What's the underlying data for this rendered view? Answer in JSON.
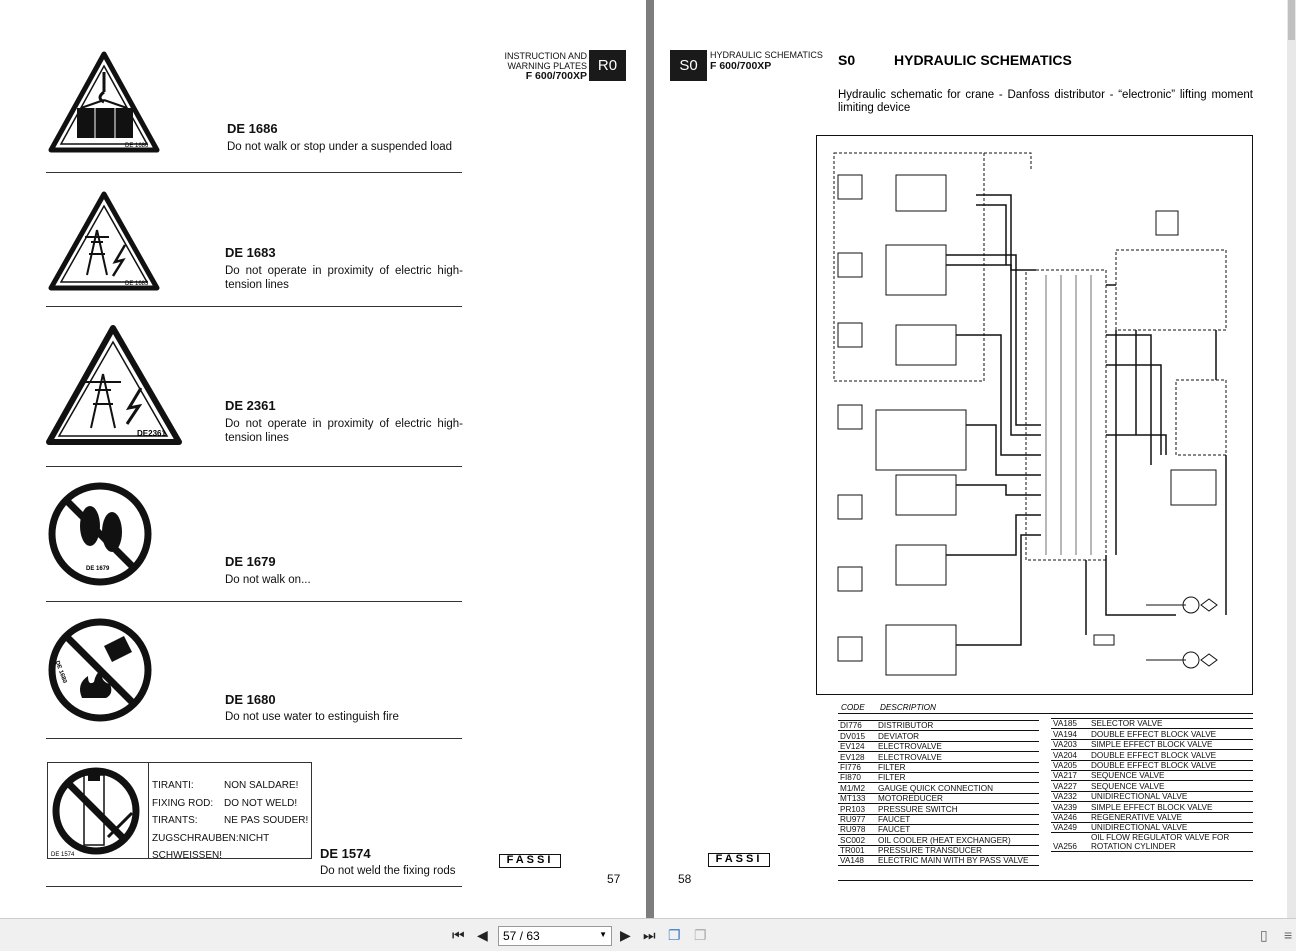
{
  "left_page": {
    "header": {
      "line1": "INSTRUCTION AND",
      "line2": "WARNING PLATES",
      "model": "F 600/700XP",
      "section": "R0"
    },
    "plates": [
      {
        "code": "DE 1686",
        "desc": "Do not walk or stop under a suspended load",
        "icon_label": "DE 1686"
      },
      {
        "code": "DE 1683",
        "desc": "Do not operate in proximity of electric high-tension lines",
        "icon_label": "DE 1683"
      },
      {
        "code": "DE 2361",
        "desc": "Do not operate in proximity of electric high-tension lines",
        "icon_label": "DE2361"
      },
      {
        "code": "DE 1679",
        "desc": "Do not walk on...",
        "icon_label": "DE 1679"
      },
      {
        "code": "DE 1680",
        "desc": "Do not use water to estinguish fire",
        "icon_label": "DE 1680"
      },
      {
        "code": "DE 1574",
        "desc": "Do not weld the fixing rods",
        "icon_label": "DE 1574",
        "label_rows": [
          [
            "TIRANTI:",
            "NON SALDARE!"
          ],
          [
            "FIXING ROD:",
            "DO NOT WELD!"
          ],
          [
            "TIRANTS:",
            "NE PAS SOUDER!"
          ],
          [
            "ZUGSCHRAUBEN:",
            "NICHT SCHWEISSEN!"
          ]
        ]
      }
    ],
    "logo": "FASSI",
    "page_number": "57"
  },
  "right_page": {
    "header": {
      "section": "S0",
      "line1": "HYDRAULIC SCHEMATICS",
      "model": "F 600/700XP"
    },
    "title_code": "S0",
    "title": "HYDRAULIC SCHEMATICS",
    "subtitle": "Hydraulic schematic for crane - Danfoss distributor - “electronic” lifting moment limiting device",
    "table_headers": {
      "code": "CODE",
      "description": "DESCRIPTION"
    },
    "codes_left": [
      [
        "DI776",
        "DISTRIBUTOR"
      ],
      [
        "DV015",
        "DEVIATOR"
      ],
      [
        "EV124",
        "ELECTROVALVE"
      ],
      [
        "EV128",
        "ELECTROVALVE"
      ],
      [
        "FI776",
        "FILTER"
      ],
      [
        "FI870",
        "FILTER"
      ],
      [
        "M1/M2",
        "GAUGE QUICK CONNECTION"
      ],
      [
        "MT133",
        "MOTOREDUCER"
      ],
      [
        "PR103",
        "PRESSURE SWITCH"
      ],
      [
        "RU977",
        "FAUCET"
      ],
      [
        "RU978",
        "FAUCET"
      ],
      [
        "SC002",
        "OIL COOLER (HEAT EXCHANGER)"
      ],
      [
        "TR001",
        "PRESSURE TRANSDUCER"
      ],
      [
        "VA148",
        "ELECTRIC MAIN WITH BY PASS VALVE"
      ]
    ],
    "codes_right": [
      [
        "VA185",
        "SELECTOR VALVE"
      ],
      [
        "VA194",
        "DOUBLE EFFECT BLOCK VALVE"
      ],
      [
        "VA203",
        "SIMPLE EFFECT BLOCK VALVE"
      ],
      [
        "VA204",
        "DOUBLE EFFECT BLOCK VALVE"
      ],
      [
        "VA205",
        "DOUBLE EFFECT BLOCK VALVE"
      ],
      [
        "VA217",
        "SEQUENCE VALVE"
      ],
      [
        "VA227",
        "SEQUENCE VALVE"
      ],
      [
        "VA232",
        "UNIDIRECTIONAL VALVE"
      ],
      [
        "VA239",
        "SIMPLE EFFECT BLOCK VALVE"
      ],
      [
        "VA246",
        "REGENERATIVE VALVE"
      ],
      [
        "VA249",
        "UNIDIRECTIONAL VALVE"
      ],
      [
        "VA256",
        "OIL FLOW REGULATOR VALVE FOR ROTATION CYLINDER"
      ]
    ],
    "logo": "FASSI",
    "page_number": "58"
  },
  "toolbar": {
    "page_field": "57 / 63",
    "current_page": 57,
    "total_pages": 63
  }
}
